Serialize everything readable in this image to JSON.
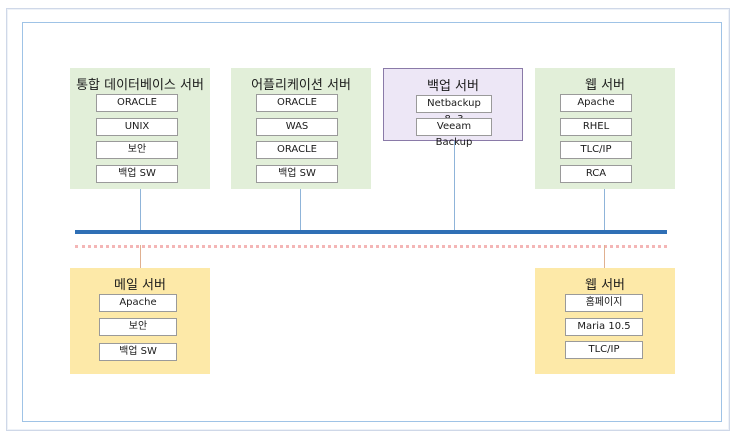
{
  "servers_top": [
    {
      "title": "통합 데이터베이스 서버",
      "items": [
        "ORACLE",
        "UNIX",
        "보안",
        "백업 SW"
      ]
    },
    {
      "title": "어플리케이션 서버",
      "items": [
        "ORACLE",
        "WAS",
        "ORACLE",
        "백업 SW"
      ]
    },
    {
      "title": "백업 서버",
      "items": [
        "Netbackup 8..3",
        "Veeam Backup"
      ]
    },
    {
      "title": "웹 서버",
      "items": [
        "Apache",
        "RHEL",
        "TLC/IP",
        "RCA"
      ]
    }
  ],
  "servers_bottom": [
    {
      "title": "메일 서버",
      "items": [
        "Apache",
        "보안",
        "백업 SW"
      ]
    },
    {
      "title": "웹 서버",
      "items": [
        "홈페이지",
        "Maria 10.5",
        "TLC/IP"
      ]
    }
  ],
  "colors": {
    "green": "#e2efd9",
    "purple": "#ede7f6",
    "yellow": "#fde9a8",
    "bus": "#2f6fb5",
    "dashed": "#f4b6b6"
  }
}
